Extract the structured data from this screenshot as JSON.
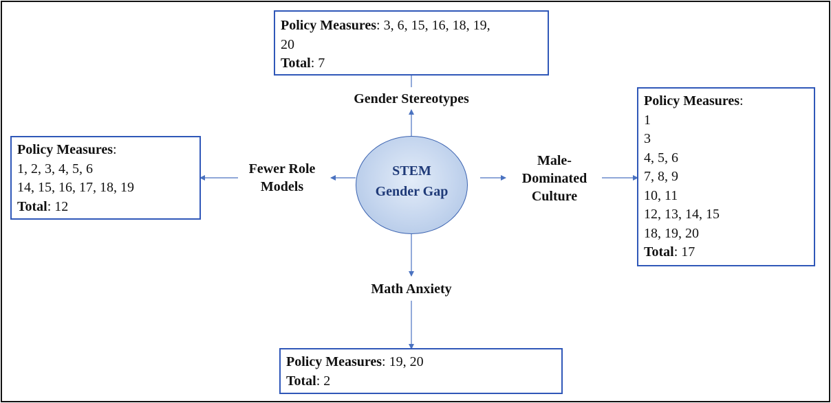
{
  "center": {
    "line1": "STEM",
    "line2": "Gender Gap"
  },
  "branches": {
    "top": {
      "label": "Gender Stereotypes"
    },
    "left": {
      "label_line1": "Fewer Role",
      "label_line2": "Models"
    },
    "right": {
      "label_line1": "Male-",
      "label_line2": "Dominated",
      "label_line3": "Culture"
    },
    "bottom": {
      "label": "Math Anxiety"
    }
  },
  "boxes": {
    "top": {
      "heading": "Policy Measures",
      "measures_inline": ": 3, 6, 15, 16, 18, 19,",
      "measures_wrap": "20",
      "total_label": "Total",
      "total_value": ": 7"
    },
    "left": {
      "heading": "Policy Measures",
      "colon": ":",
      "rows": [
        "1, 2, 3, 4, 5, 6",
        "14, 15, 16, 17, 18, 19"
      ],
      "total_label": "Total",
      "total_value": ": 12"
    },
    "right": {
      "heading": "Policy Measures",
      "colon": ":",
      "rows": [
        "1",
        "3",
        "4, 5, 6",
        "7, 8, 9",
        "10, 11",
        "12, 13, 14, 15",
        "18, 19, 20"
      ],
      "total_label": "Total",
      "total_value": ": 17"
    },
    "bottom": {
      "heading": "Policy Measures",
      "measures_inline": ": 19, 20",
      "total_label": "Total",
      "total_value": ": 2"
    }
  }
}
